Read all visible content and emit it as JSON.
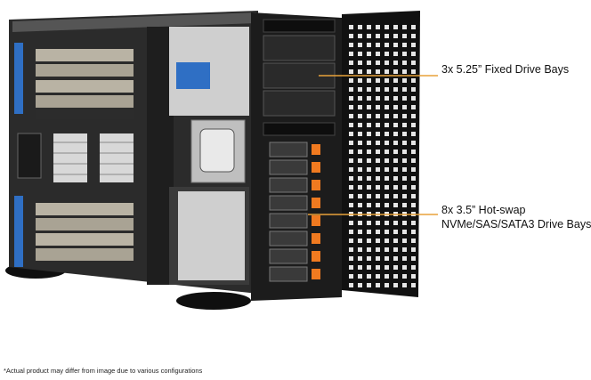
{
  "callouts": [
    {
      "lines": [
        "3x 5.25” Fixed Drive Bays"
      ],
      "line_color": "#e8a23a"
    },
    {
      "lines": [
        "8x 3.5” Hot-swap",
        "NVMe/SAS/SATA3 Drive Bays"
      ],
      "line_color": "#e8a23a"
    }
  ],
  "footnote": "*Actual product may differ from image due to various configurations",
  "colors": {
    "chassis": "#1c1c1c",
    "chassis_dark": "#0e0e0e",
    "interior": "#3a3a3a",
    "drive_tray_accent": "#f07a20",
    "gpu_fin": "#b9b3a4",
    "blue_accent": "#2f6fc4"
  },
  "drive_bays": {
    "fixed_5_25": 3,
    "hot_swap_3_5": 8
  }
}
